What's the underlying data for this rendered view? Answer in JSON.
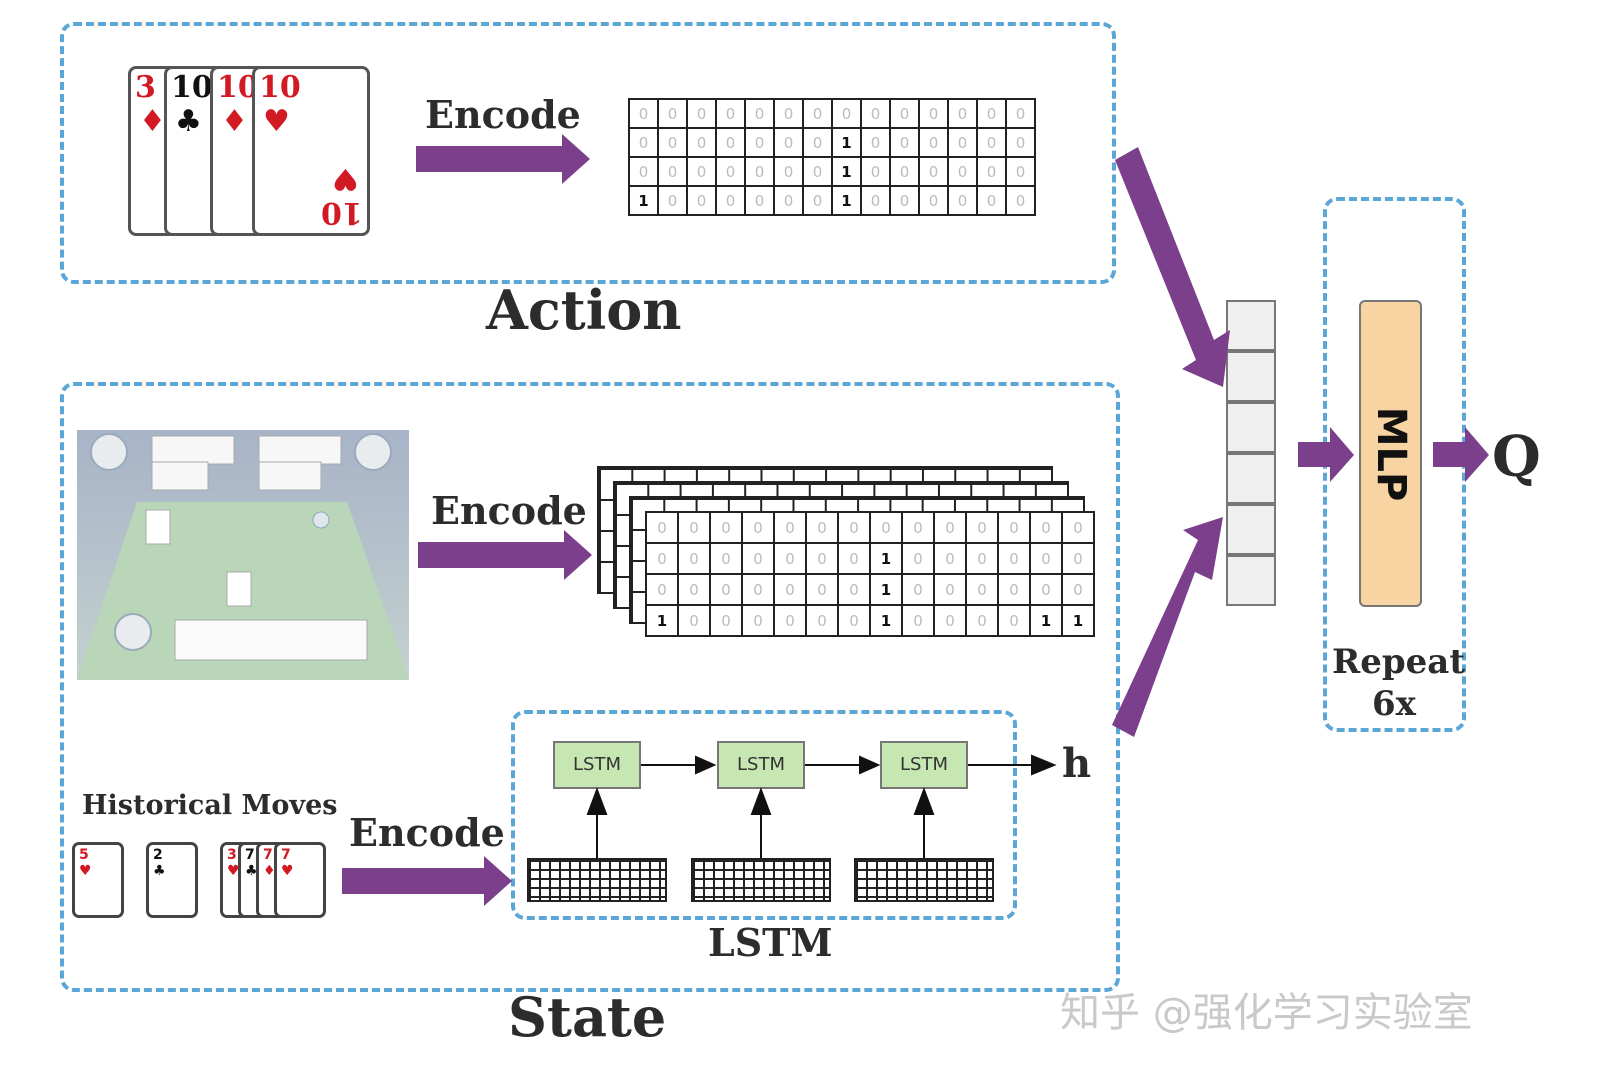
{
  "colors": {
    "dashed_border": "#5aa6d6",
    "arrow": "#7b3f8c",
    "lstm_fill": "#c6e7b2",
    "mlp_fill": "#f8d4a2",
    "card_red": "#d21a24"
  },
  "action": {
    "title": "Action",
    "encode_label": "Encode",
    "cards": [
      {
        "rank": "3",
        "suit": "♦",
        "color": "red"
      },
      {
        "rank": "10",
        "suit": "♣",
        "color": "black"
      },
      {
        "rank": "10",
        "suit": "♦",
        "color": "red"
      },
      {
        "rank": "10",
        "suit": "♥",
        "color": "red"
      }
    ],
    "card_bottom_rank": "10",
    "card_bottom_suit": "♥",
    "matrix": [
      [
        0,
        0,
        0,
        0,
        0,
        0,
        0,
        0,
        0,
        0,
        0,
        0,
        0,
        0
      ],
      [
        0,
        0,
        0,
        0,
        0,
        0,
        0,
        1,
        0,
        0,
        0,
        0,
        0,
        0
      ],
      [
        0,
        0,
        0,
        0,
        0,
        0,
        0,
        1,
        0,
        0,
        0,
        0,
        0,
        0
      ],
      [
        1,
        0,
        0,
        0,
        0,
        0,
        0,
        1,
        0,
        0,
        0,
        0,
        0,
        0
      ]
    ]
  },
  "state": {
    "title": "State",
    "encode_label": "Encode",
    "history_encode_label": "Encode",
    "historical_moves_label": "Historical Moves",
    "history_cards": [
      {
        "rank": "5",
        "suit": "♥",
        "color": "red"
      },
      {
        "rank": "2",
        "suit": "♣",
        "color": "black"
      },
      {
        "rank": "3",
        "suit": "♥",
        "color": "red"
      },
      {
        "rank": "7",
        "suit": "♣",
        "color": "black"
      },
      {
        "rank": "7",
        "suit": "♦",
        "color": "red"
      },
      {
        "rank": "7",
        "suit": "♥",
        "color": "red"
      }
    ],
    "matrix": [
      [
        0,
        0,
        0,
        0,
        0,
        0,
        0,
        0,
        0,
        0,
        0,
        0,
        0,
        0
      ],
      [
        0,
        0,
        0,
        0,
        0,
        0,
        0,
        1,
        0,
        0,
        0,
        0,
        0,
        0
      ],
      [
        0,
        0,
        0,
        0,
        0,
        0,
        0,
        1,
        0,
        0,
        0,
        0,
        0,
        0
      ],
      [
        1,
        0,
        0,
        0,
        0,
        0,
        0,
        1,
        0,
        0,
        0,
        0,
        1,
        1
      ]
    ]
  },
  "lstm": {
    "title": "LSTM",
    "cells": [
      "LSTM",
      "LSTM",
      "LSTM"
    ],
    "output": "h"
  },
  "mlp": {
    "label": "MLP",
    "repeat": "Repeat",
    "repeat_count": "6x",
    "output": "Q"
  },
  "watermark": "知乎 @强化学习实验室"
}
